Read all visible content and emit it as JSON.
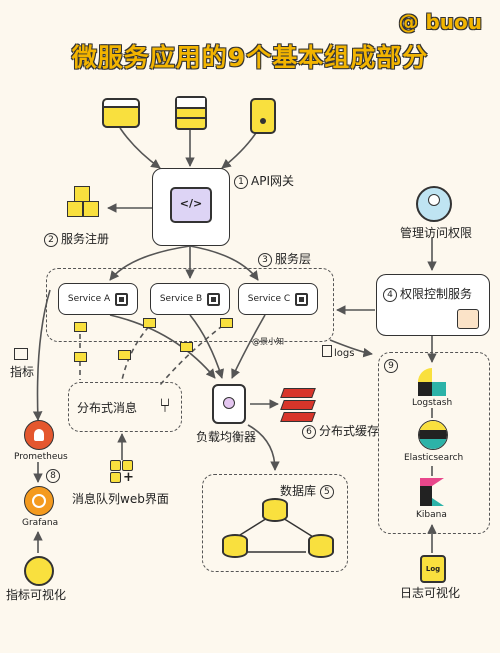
{
  "brand": "@ buou",
  "title": "微服务应用的9个基本组成部分",
  "api_gateway": {
    "num": "1",
    "label": "API网关"
  },
  "service_registry": {
    "num": "2",
    "label": "服务注册"
  },
  "service_layer": {
    "num": "3",
    "label": "服务层",
    "services": [
      "Service A",
      "Service B",
      "Service C"
    ]
  },
  "access_control": {
    "num": "4",
    "label": "权限控制服务"
  },
  "database": {
    "num": "5",
    "label": "数据库"
  },
  "cache": {
    "num": "6",
    "label": "分布式缓存"
  },
  "load_balancer": {
    "label": "负载均衡器"
  },
  "messaging": {
    "label": "分布式消息",
    "web_ui": "消息队列web界面"
  },
  "metrics": {
    "num": "8",
    "label": "指标",
    "prometheus": "Prometheus",
    "grafana": "Grafana",
    "visualization": "指标可视化"
  },
  "logging": {
    "num": "9",
    "logs": "logs",
    "logstash": "Logstash",
    "elasticsearch": "Elasticsearch",
    "kibana": "Kibana",
    "log_icon_text": "Log",
    "visualization": "日志可视化"
  },
  "admin": {
    "label": "管理访问权限"
  },
  "watermark": "@景小知"
}
